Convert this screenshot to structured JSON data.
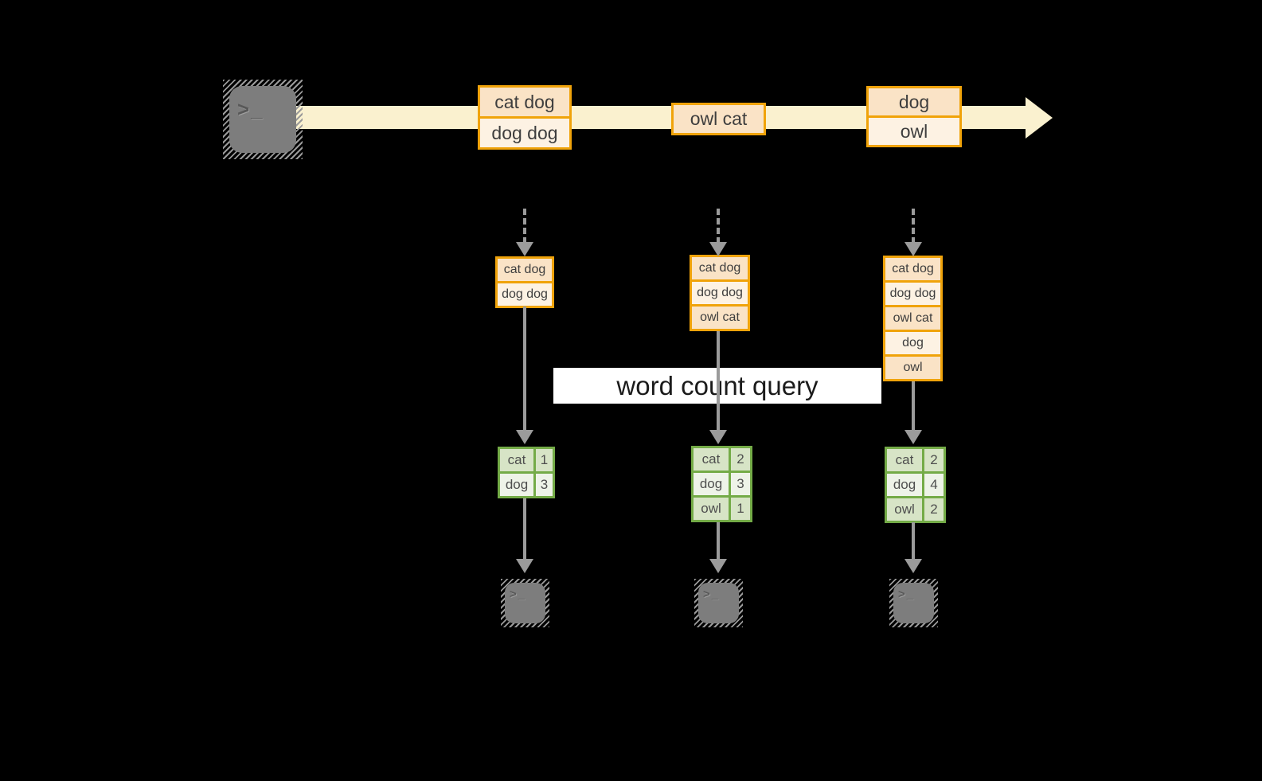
{
  "colors": {
    "background": "#000000",
    "stream_band": "#FAF1CF",
    "box_border_orange": "#F0A30A",
    "box_fill_dark": "#FAE3C6",
    "box_fill_light": "#FDF2E3",
    "table_border_green": "#74AB47",
    "table_fill_dark": "#D7E4C6",
    "table_fill_light": "#EEF3E8",
    "arrow_gray": "#9B9B9B",
    "terminal_gray": "#7D7D7D",
    "banner_bg": "#FFFFFF",
    "banner_text": "#1B1B1B"
  },
  "icons": {
    "terminal_glyph": ">_"
  },
  "stream": {
    "messages": [
      {
        "lines": [
          "cat dog",
          "dog dog"
        ]
      },
      {
        "lines": [
          "owl cat"
        ]
      },
      {
        "lines": [
          "dog",
          "owl"
        ]
      }
    ]
  },
  "banner": {
    "label": "word count query"
  },
  "consumers": [
    {
      "buffer": [
        "cat dog",
        "dog dog"
      ],
      "counts": [
        {
          "word": "cat",
          "count": "1"
        },
        {
          "word": "dog",
          "count": "3"
        }
      ]
    },
    {
      "buffer": [
        "cat dog",
        "dog dog",
        "owl cat"
      ],
      "counts": [
        {
          "word": "cat",
          "count": "2"
        },
        {
          "word": "dog",
          "count": "3"
        },
        {
          "word": "owl",
          "count": "1"
        }
      ]
    },
    {
      "buffer": [
        "cat dog",
        "dog dog",
        "owl cat",
        "dog",
        "owl"
      ],
      "counts": [
        {
          "word": "cat",
          "count": "2"
        },
        {
          "word": "dog",
          "count": "4"
        },
        {
          "word": "owl",
          "count": "2"
        }
      ]
    }
  ]
}
